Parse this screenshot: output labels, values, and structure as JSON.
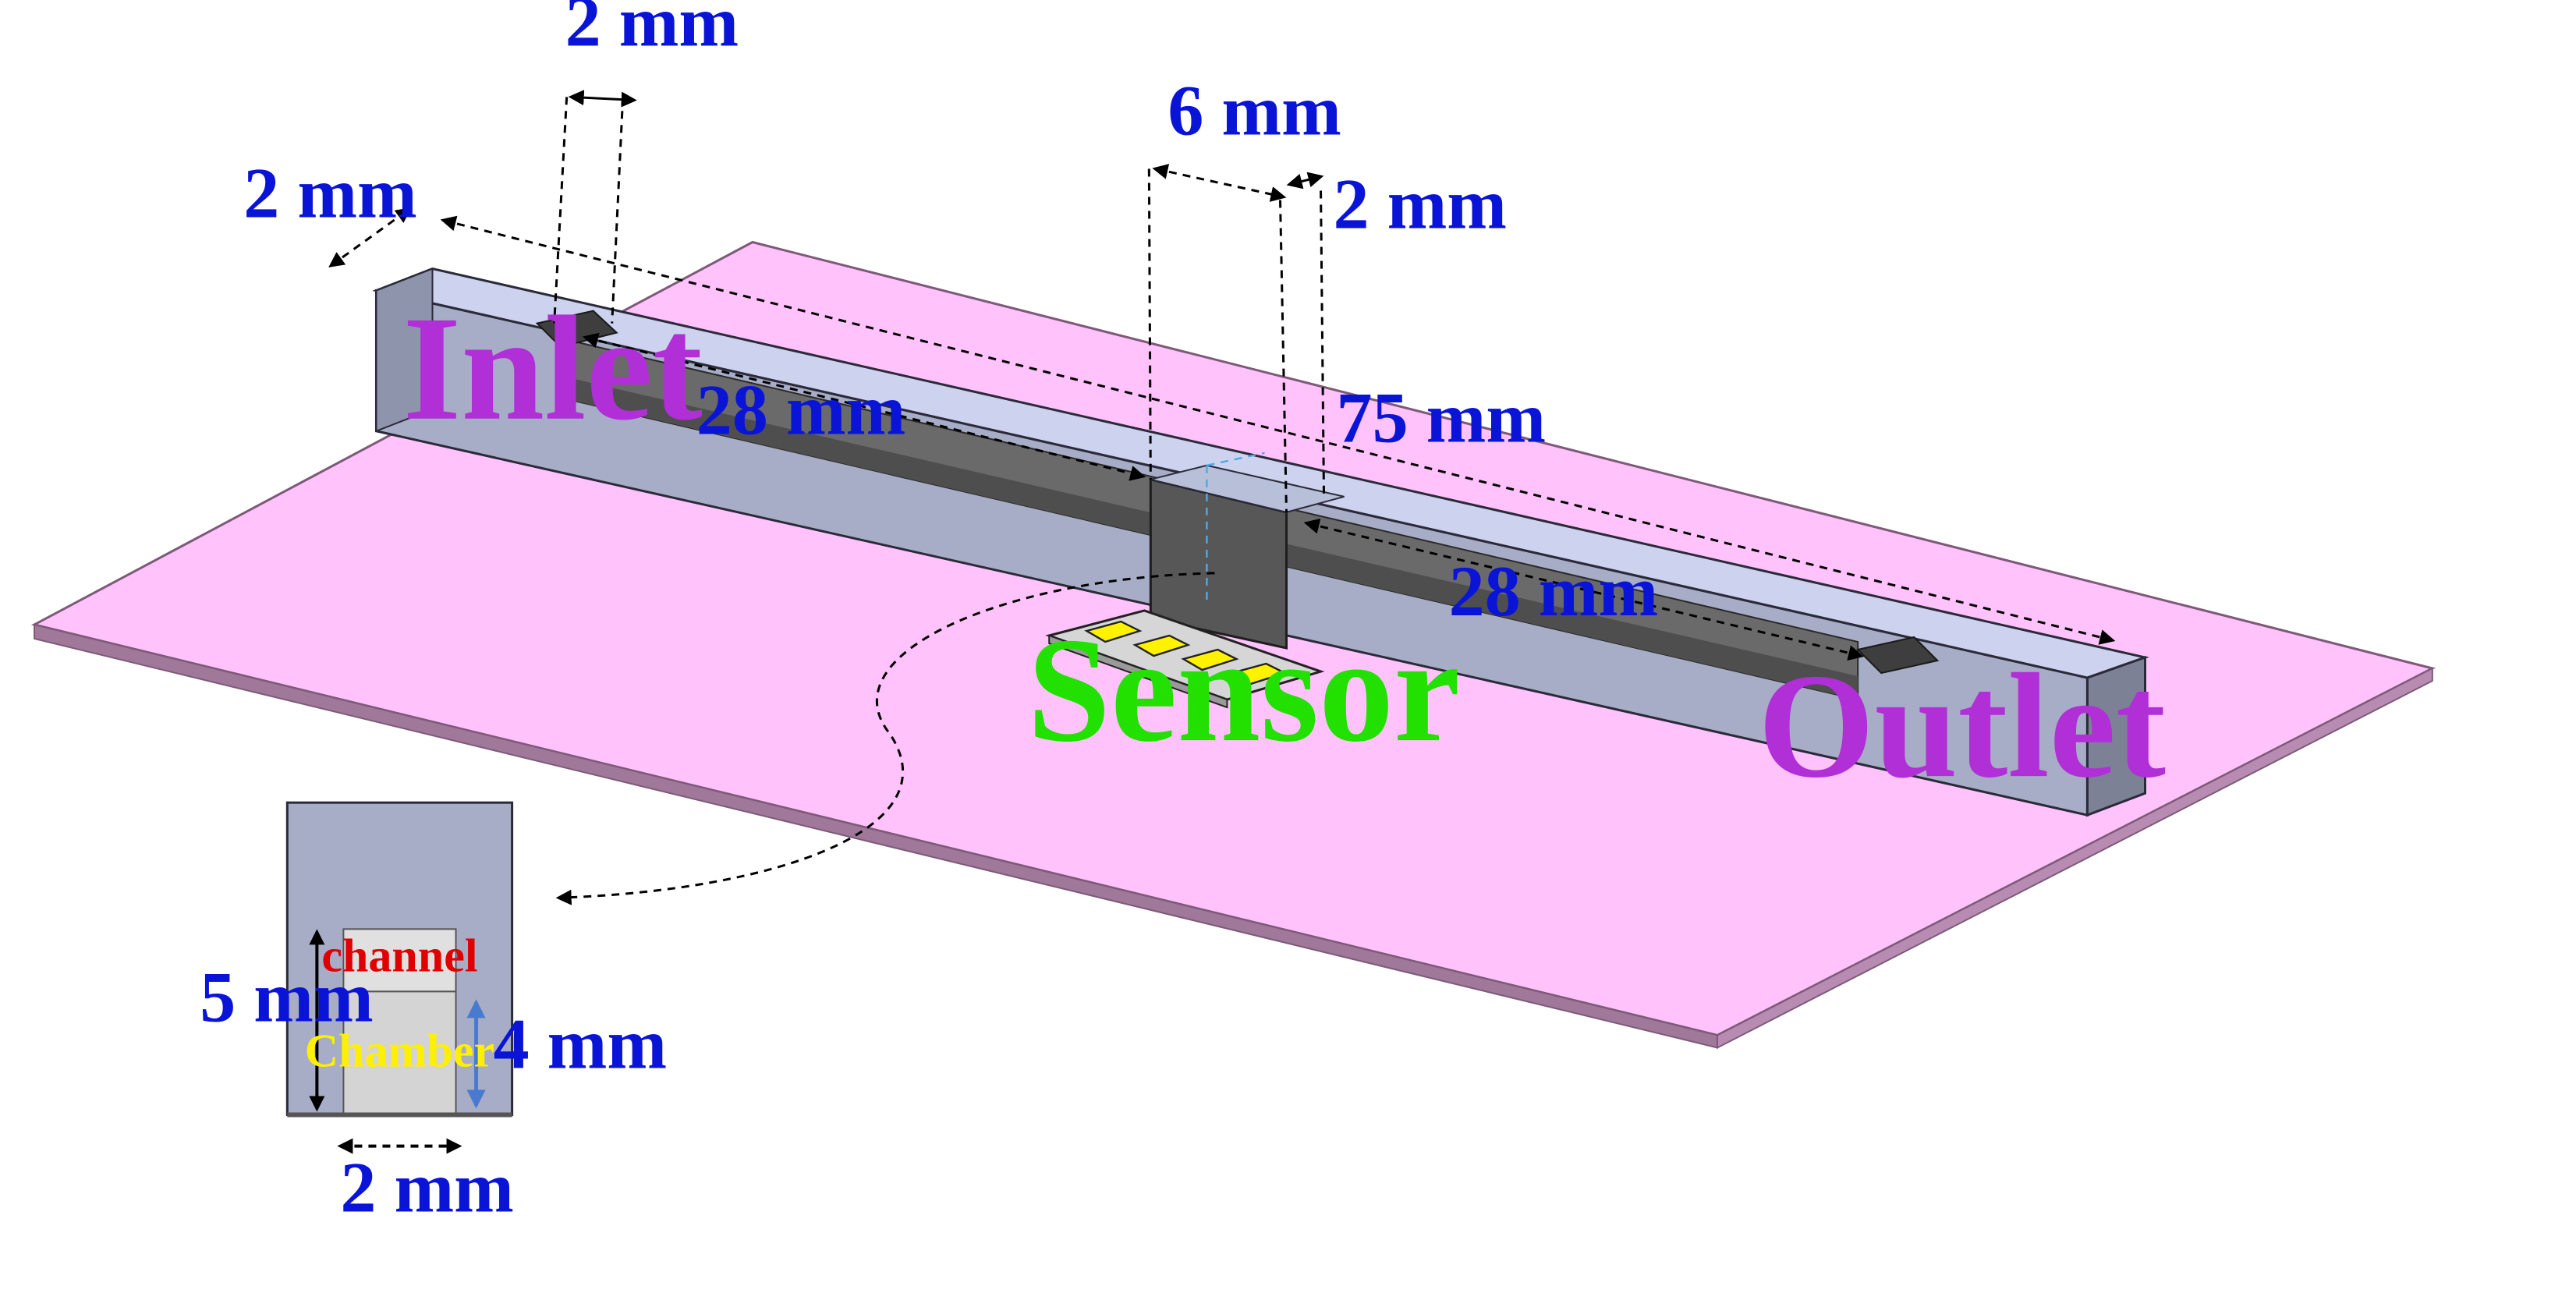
{
  "colors": {
    "substrate_top": "#FFC2FA",
    "substrate_edge": "#A0789A",
    "block_top": "#CDD3EE",
    "block_side": "#A7ADC6",
    "block_end": "#7C8196",
    "channel_dark": "#585858",
    "sensor_pad": "#FFF200",
    "dimension_text": "#0A14D6",
    "port_label": "#B12FD6",
    "sensor_label": "#22E000",
    "channel_label": "#E00000",
    "chamber_label": "#FFF000",
    "cross_section_arrow": "#4A7AD0"
  },
  "labels": {
    "inlet": "Inlet",
    "outlet": "Outlet",
    "sensor": "Sensor",
    "channel": "channel",
    "chamber": "Chamber"
  },
  "dimensions": {
    "port_width_top": "2 mm",
    "block_width": "2 mm",
    "chamber_length": "6 mm",
    "chamber_wall": "2 mm",
    "inlet_channel_length": "28 mm",
    "total_length": "75 mm",
    "outlet_channel_length": "28 mm",
    "section_height": "5 mm",
    "chamber_height": "4 mm",
    "section_width": "2 mm"
  }
}
